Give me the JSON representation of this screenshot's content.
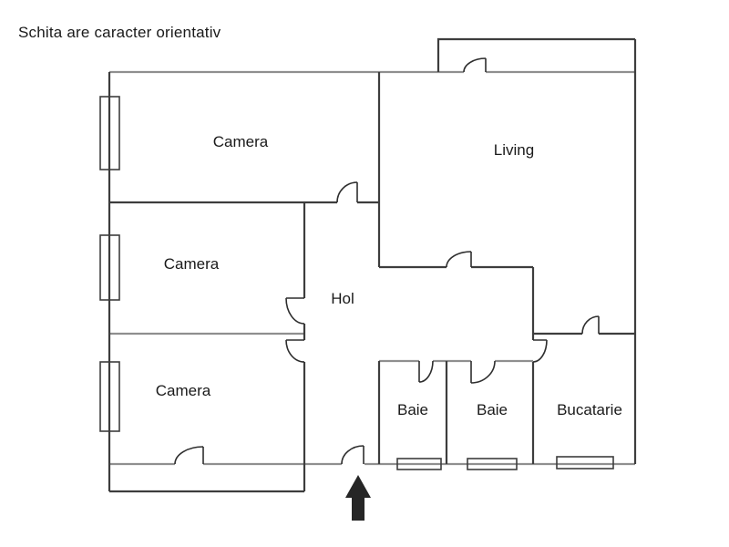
{
  "title": "Schita are caracter orientativ",
  "plan": {
    "rooms": {
      "camera_top": "Camera",
      "camera_middle": "Camera",
      "camera_bottom": "Camera",
      "living": "Living",
      "hol": "Hol",
      "baie_left": "Baie",
      "baie_right": "Baie",
      "bucatarie": "Bucatarie"
    },
    "colors": {
      "wall_light": "#8f8f8f",
      "wall_dark": "#3d3d3d",
      "door": "#2e2e2e",
      "window": "#3d3d3d",
      "arrow": "#262626",
      "text": "#1a1a1a",
      "background": "#ffffff"
    }
  }
}
